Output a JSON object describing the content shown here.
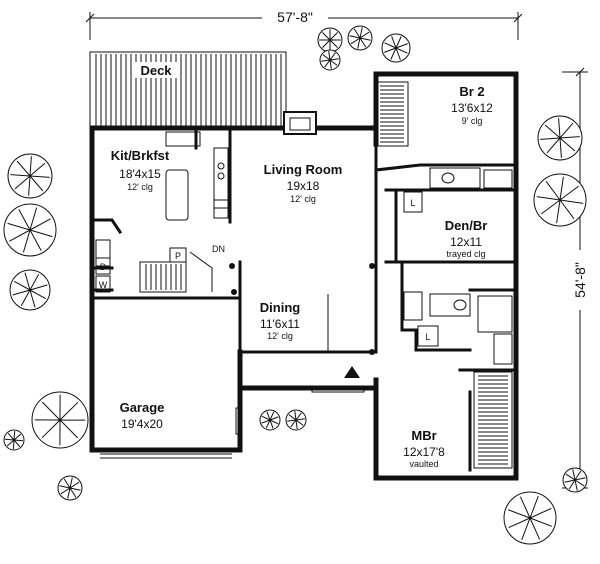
{
  "dimensions": {
    "width": "57'-8\"",
    "depth": "54'-8\""
  },
  "rooms": {
    "deck": {
      "name": "Deck"
    },
    "kitchen": {
      "name": "Kit/Brkfst",
      "size": "18'4x15",
      "note": "12' clg"
    },
    "living": {
      "name": "Living Room",
      "size": "19x18",
      "note": "12' clg"
    },
    "br2": {
      "name": "Br 2",
      "size": "13'6x12",
      "note": "9' clg"
    },
    "den": {
      "name": "Den/Br",
      "size": "12x11",
      "note": "trayed clg"
    },
    "dining": {
      "name": "Dining",
      "size": "11'6x11",
      "note": "12' clg"
    },
    "garage": {
      "name": "Garage",
      "size": "19'4x20"
    },
    "mbr": {
      "name": "MBr",
      "size": "12x17'8",
      "note": "vaulted"
    }
  },
  "fixtures": {
    "dryer": "D",
    "washer": "W",
    "pantry": "P",
    "down": "DN",
    "linen1": "L",
    "linen2": "L"
  }
}
